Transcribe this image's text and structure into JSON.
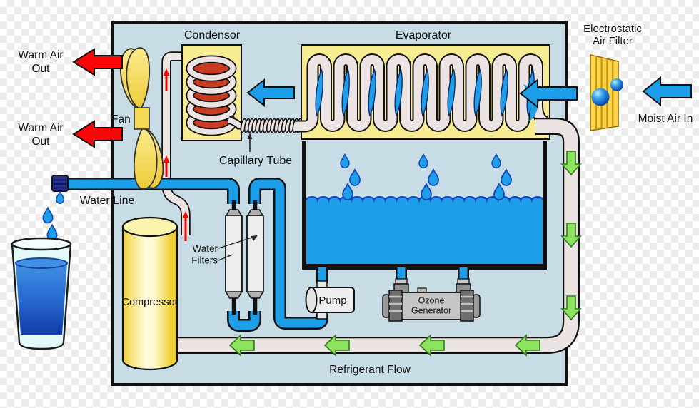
{
  "labels": {
    "condensor": "Condensor",
    "evaporator": "Evaporator",
    "electrostatic_line1": "Electrostatic",
    "electrostatic_line2": "Air Filter",
    "warm_air_line1": "Warm Air",
    "warm_air_line2": "Out",
    "fan": "Fan",
    "moist_air_in": "Moist Air In",
    "capillary_tube": "Capillary Tube",
    "water_line": "Water Line",
    "water_filters_line1": "Water",
    "water_filters_line2": "Filters",
    "compressor": "Compressor",
    "pump": "Pump",
    "ozone_line1": "Ozone",
    "ozone_line2": "Generator",
    "refrigerant_flow": "Refrigerant Flow"
  },
  "colors": {
    "cabinet_bg": "#C8DCE5",
    "panel_yellow": "#F8EC92",
    "water_blue": "#1C9EE8",
    "pipe_white": "#ECE3E3",
    "arrow_red": "#F90606",
    "arrow_green": "#8DE35D",
    "coil_red": "#C93B22",
    "filter_yellow": "#FFD34A",
    "droplet_outline": "#1545BB"
  }
}
